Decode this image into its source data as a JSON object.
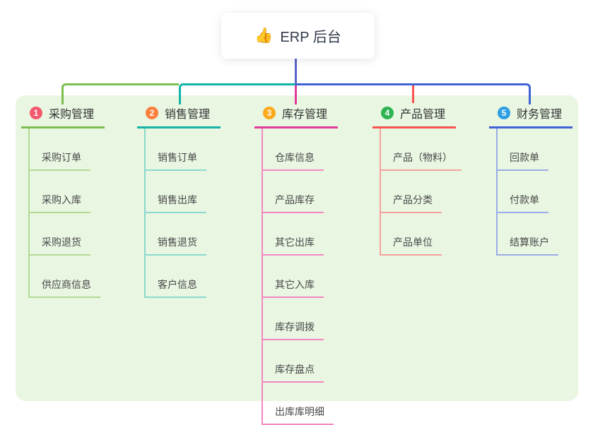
{
  "root": {
    "icon_glyph": "👍",
    "label": "ERP 后台"
  },
  "colors": {
    "canvas_bg": "#FFFFFF",
    "panel_bg": "#E9F6E2",
    "root_line": "#5966C5",
    "header_text": "#333333",
    "child_text": "#484848"
  },
  "branches": [
    {
      "num": "1",
      "label": "采购管理",
      "badge_color": "#F2596E",
      "line_color": "#7CBE50",
      "child_line_color": "#B2DA94",
      "children": [
        "采购订单",
        "采购入库",
        "采购退货",
        "供应商信息"
      ]
    },
    {
      "num": "2",
      "label": "销售管理",
      "badge_color": "#FA7E3C",
      "line_color": "#14B3A7",
      "child_line_color": "#8BD8CE",
      "children": [
        "销售订单",
        "销售出库",
        "销售退货",
        "客户信息"
      ]
    },
    {
      "num": "3",
      "label": "库存管理",
      "badge_color": "#FCA91C",
      "line_color": "#E03C9C",
      "child_line_color": "#F387C4",
      "children": [
        "仓库信息",
        "产品库存",
        "其它出库",
        "其它入库",
        "库存调拨",
        "库存盘点",
        "出库库明细"
      ]
    },
    {
      "num": "4",
      "label": "产品管理",
      "badge_color": "#2EB454",
      "line_color": "#F8534E",
      "child_line_color": "#F5A29C",
      "children": [
        "产品（物料）",
        "产品分类",
        "产品单位"
      ]
    },
    {
      "num": "5",
      "label": "财务管理",
      "badge_color": "#2F9FE5",
      "line_color": "#3F62D6",
      "child_line_color": "#9BACE8",
      "children": [
        "回款单",
        "付款单",
        "结算账户"
      ]
    }
  ]
}
